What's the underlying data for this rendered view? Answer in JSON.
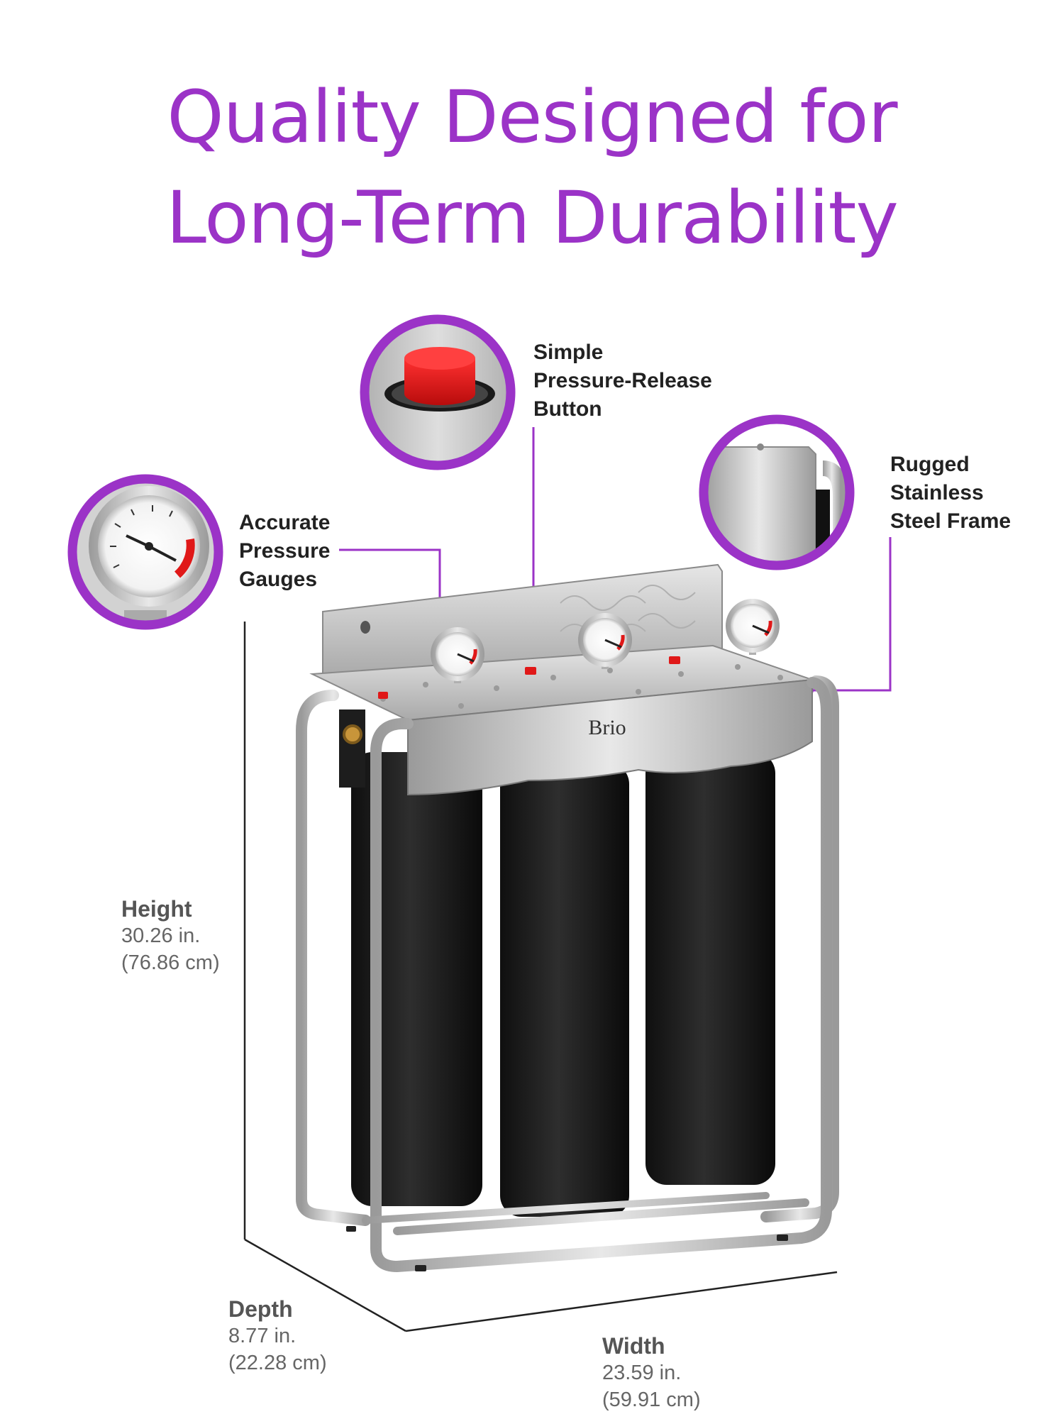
{
  "title": {
    "line1": "Quality Designed for",
    "line2": "Long-Term Durability"
  },
  "callouts": {
    "button": {
      "line1": "Simple",
      "line2": "Pressure-Release",
      "line3": "Button"
    },
    "frame": {
      "line1": "Rugged",
      "line2": "Stainless",
      "line3": "Steel Frame"
    },
    "gauges": {
      "line1": "Accurate",
      "line2": "Pressure",
      "line3": "Gauges"
    }
  },
  "dimensions": {
    "height": {
      "label": "Height",
      "inches": "30.26 in.",
      "cm": "(76.86 cm)"
    },
    "depth": {
      "label": "Depth",
      "inches": "8.77 in.",
      "cm": "(22.28 cm)"
    },
    "width": {
      "label": "Width",
      "inches": "23.59 in.",
      "cm": "(59.91 cm)"
    }
  },
  "brand": "Brio",
  "colors": {
    "accent": "#9b33c7",
    "text": "#222222",
    "dim_text": "#666666",
    "cartridge": "#1a1a1a",
    "steel": "#c9c9c9",
    "release_button": "#e01818"
  }
}
